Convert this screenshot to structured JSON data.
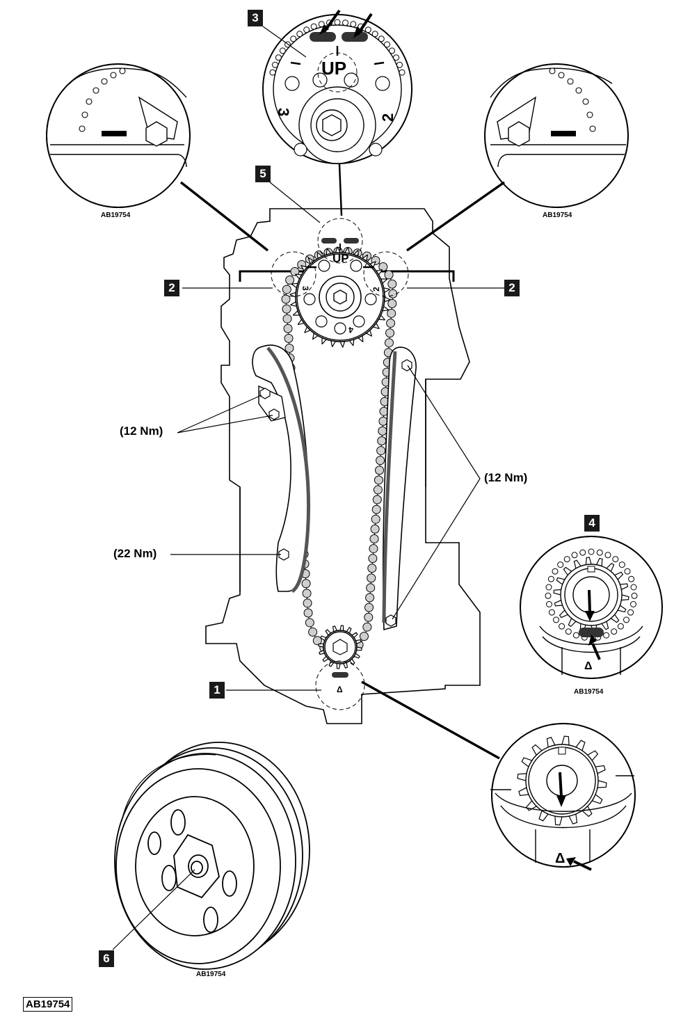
{
  "callouts": {
    "c1": "1",
    "c2_left": "2",
    "c2_right": "2",
    "c3": "3",
    "c4": "4",
    "c5": "5",
    "c6": "6"
  },
  "torque_labels": {
    "tensioner_guide_bolts": "(12 Nm)",
    "fixed_guide_bolts": "(12 Nm)",
    "tensioner_pivot_bolt": "(22 Nm)"
  },
  "sprocket_marks": {
    "up": "UP",
    "num_2": "2",
    "num_3": "3",
    "num_4": "4",
    "delta": "Δ"
  },
  "reference_codes": {
    "detail_top_left": "AB19754",
    "detail_top_right": "AB19754",
    "detail_4": "AB19754",
    "pulley": "AB19754",
    "main": "AB19754"
  },
  "colors": {
    "line": "#000000",
    "chain_link": "#cfcfcf",
    "guide_rail": "#555555",
    "callout_fill": "#1a1a1a"
  }
}
